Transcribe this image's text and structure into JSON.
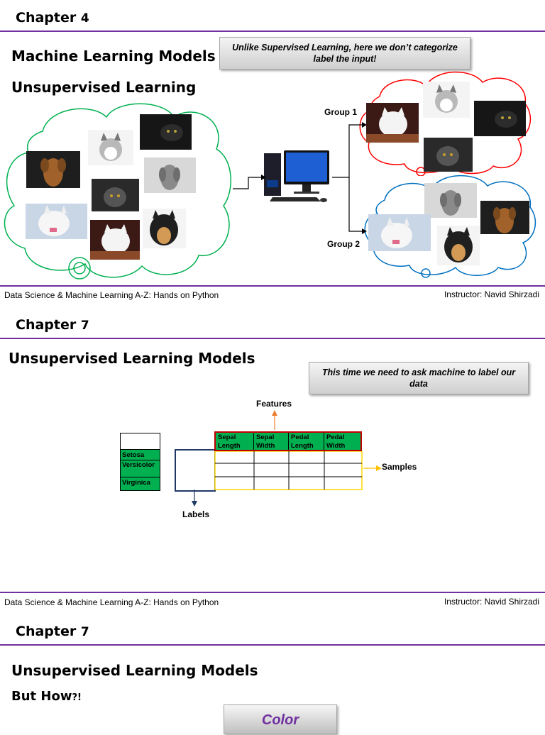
{
  "slide1": {
    "chapter_word": "Chapter",
    "chapter_num": "4",
    "title1": "Machine Learning Models",
    "title2": "Unsupervised Learning",
    "callout": "Unlike Supervised Learning, here we don’t categorize label the input!",
    "group1": "Group 1",
    "group2": "Group 2"
  },
  "footer": {
    "course": "Data Science & Machine Learning A-Z: Hands on Python",
    "instructor": "Instructor: Navid Shirzadi"
  },
  "slide2": {
    "chapter_word": "Chapter",
    "chapter_num": "7",
    "title": "Unsupervised Learning Models",
    "callout": "This time we need to ask machine to label our data",
    "features": "Features",
    "samples": "Samples",
    "labels": "Labels",
    "columns": [
      "Sepal Length",
      "Sepal Width",
      "Pedal Length",
      "Pedal Width"
    ],
    "classes": [
      "Setosa",
      "Versicolor",
      "Virginica"
    ]
  },
  "slide3": {
    "chapter_word": "Chapter",
    "chapter_num": "7",
    "title": "Unsupervised Learning Models",
    "subtitle": "But How",
    "subtitle_suffix": "?!",
    "button": "Color"
  },
  "colors": {
    "accent": "#7030a0",
    "green_cloud": "#00b050",
    "red_cloud": "#ff0000",
    "blue_cloud": "#0070c0",
    "table_green": "#00b050"
  },
  "icons": [
    "computer-icon",
    "arrow-icon"
  ]
}
